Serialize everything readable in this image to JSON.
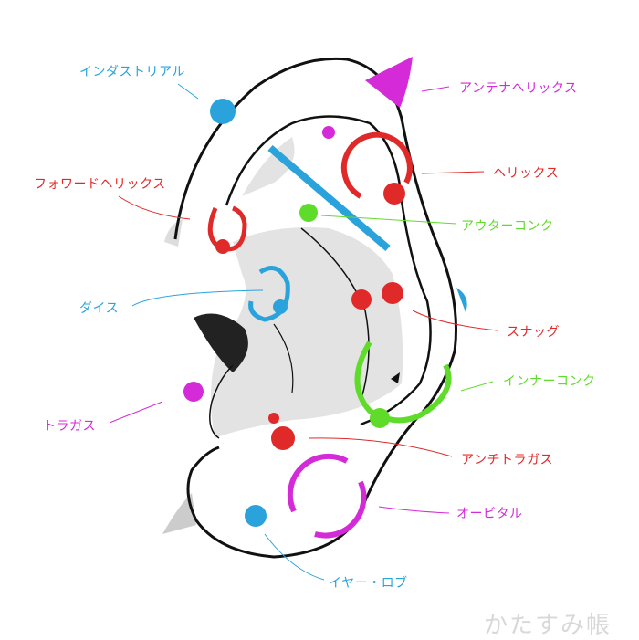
{
  "colors": {
    "blue": "#2aa3dc",
    "red": "#e02a2a",
    "green": "#5fdc2a",
    "magenta": "#d42ad8",
    "gray": "#e3e3e3"
  },
  "labels": {
    "industrial": "インダストリアル",
    "antenna_helix": "アンテナヘリックス",
    "helix": "ヘリックス",
    "forward_helix": "フォワードヘリックス",
    "outer_conch": "アウターコンク",
    "daith": "ダイス",
    "snug": "スナッグ",
    "inner_conch": "インナーコンク",
    "tragus": "トラガス",
    "anti_tragus": "アンチトラガス",
    "orbital": "オービタル",
    "ear_lobe": "イヤー・ロブ"
  },
  "watermark": "かたすみ帳"
}
